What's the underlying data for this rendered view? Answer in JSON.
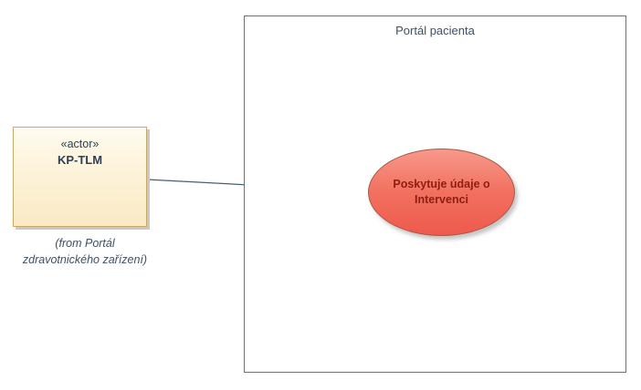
{
  "diagram": {
    "boundary": {
      "label": "Portál pacienta"
    },
    "actor": {
      "stereotype": "«actor»",
      "name": "KP-TLM",
      "from_note_line1": "(from Portál",
      "from_note_line2": "zdravotnického zařízení)"
    },
    "usecase": {
      "label_line1": "Poskytuje údaje o",
      "label_line2": "Intervenci"
    },
    "colors": {
      "actor_fill_top": "#fefbf0",
      "actor_fill_bottom": "#faeac4",
      "actor_border": "#c9a86a",
      "actor_shadow": "#c9c9c9",
      "usecase_fill_top": "#f7998a",
      "usecase_fill_bottom": "#ee5a4c",
      "usecase_border": "#a85648",
      "usecase_text": "#8c1f12",
      "boundary_border": "#707070",
      "diagram_text": "#3e5063",
      "connector": "#44607a"
    }
  }
}
